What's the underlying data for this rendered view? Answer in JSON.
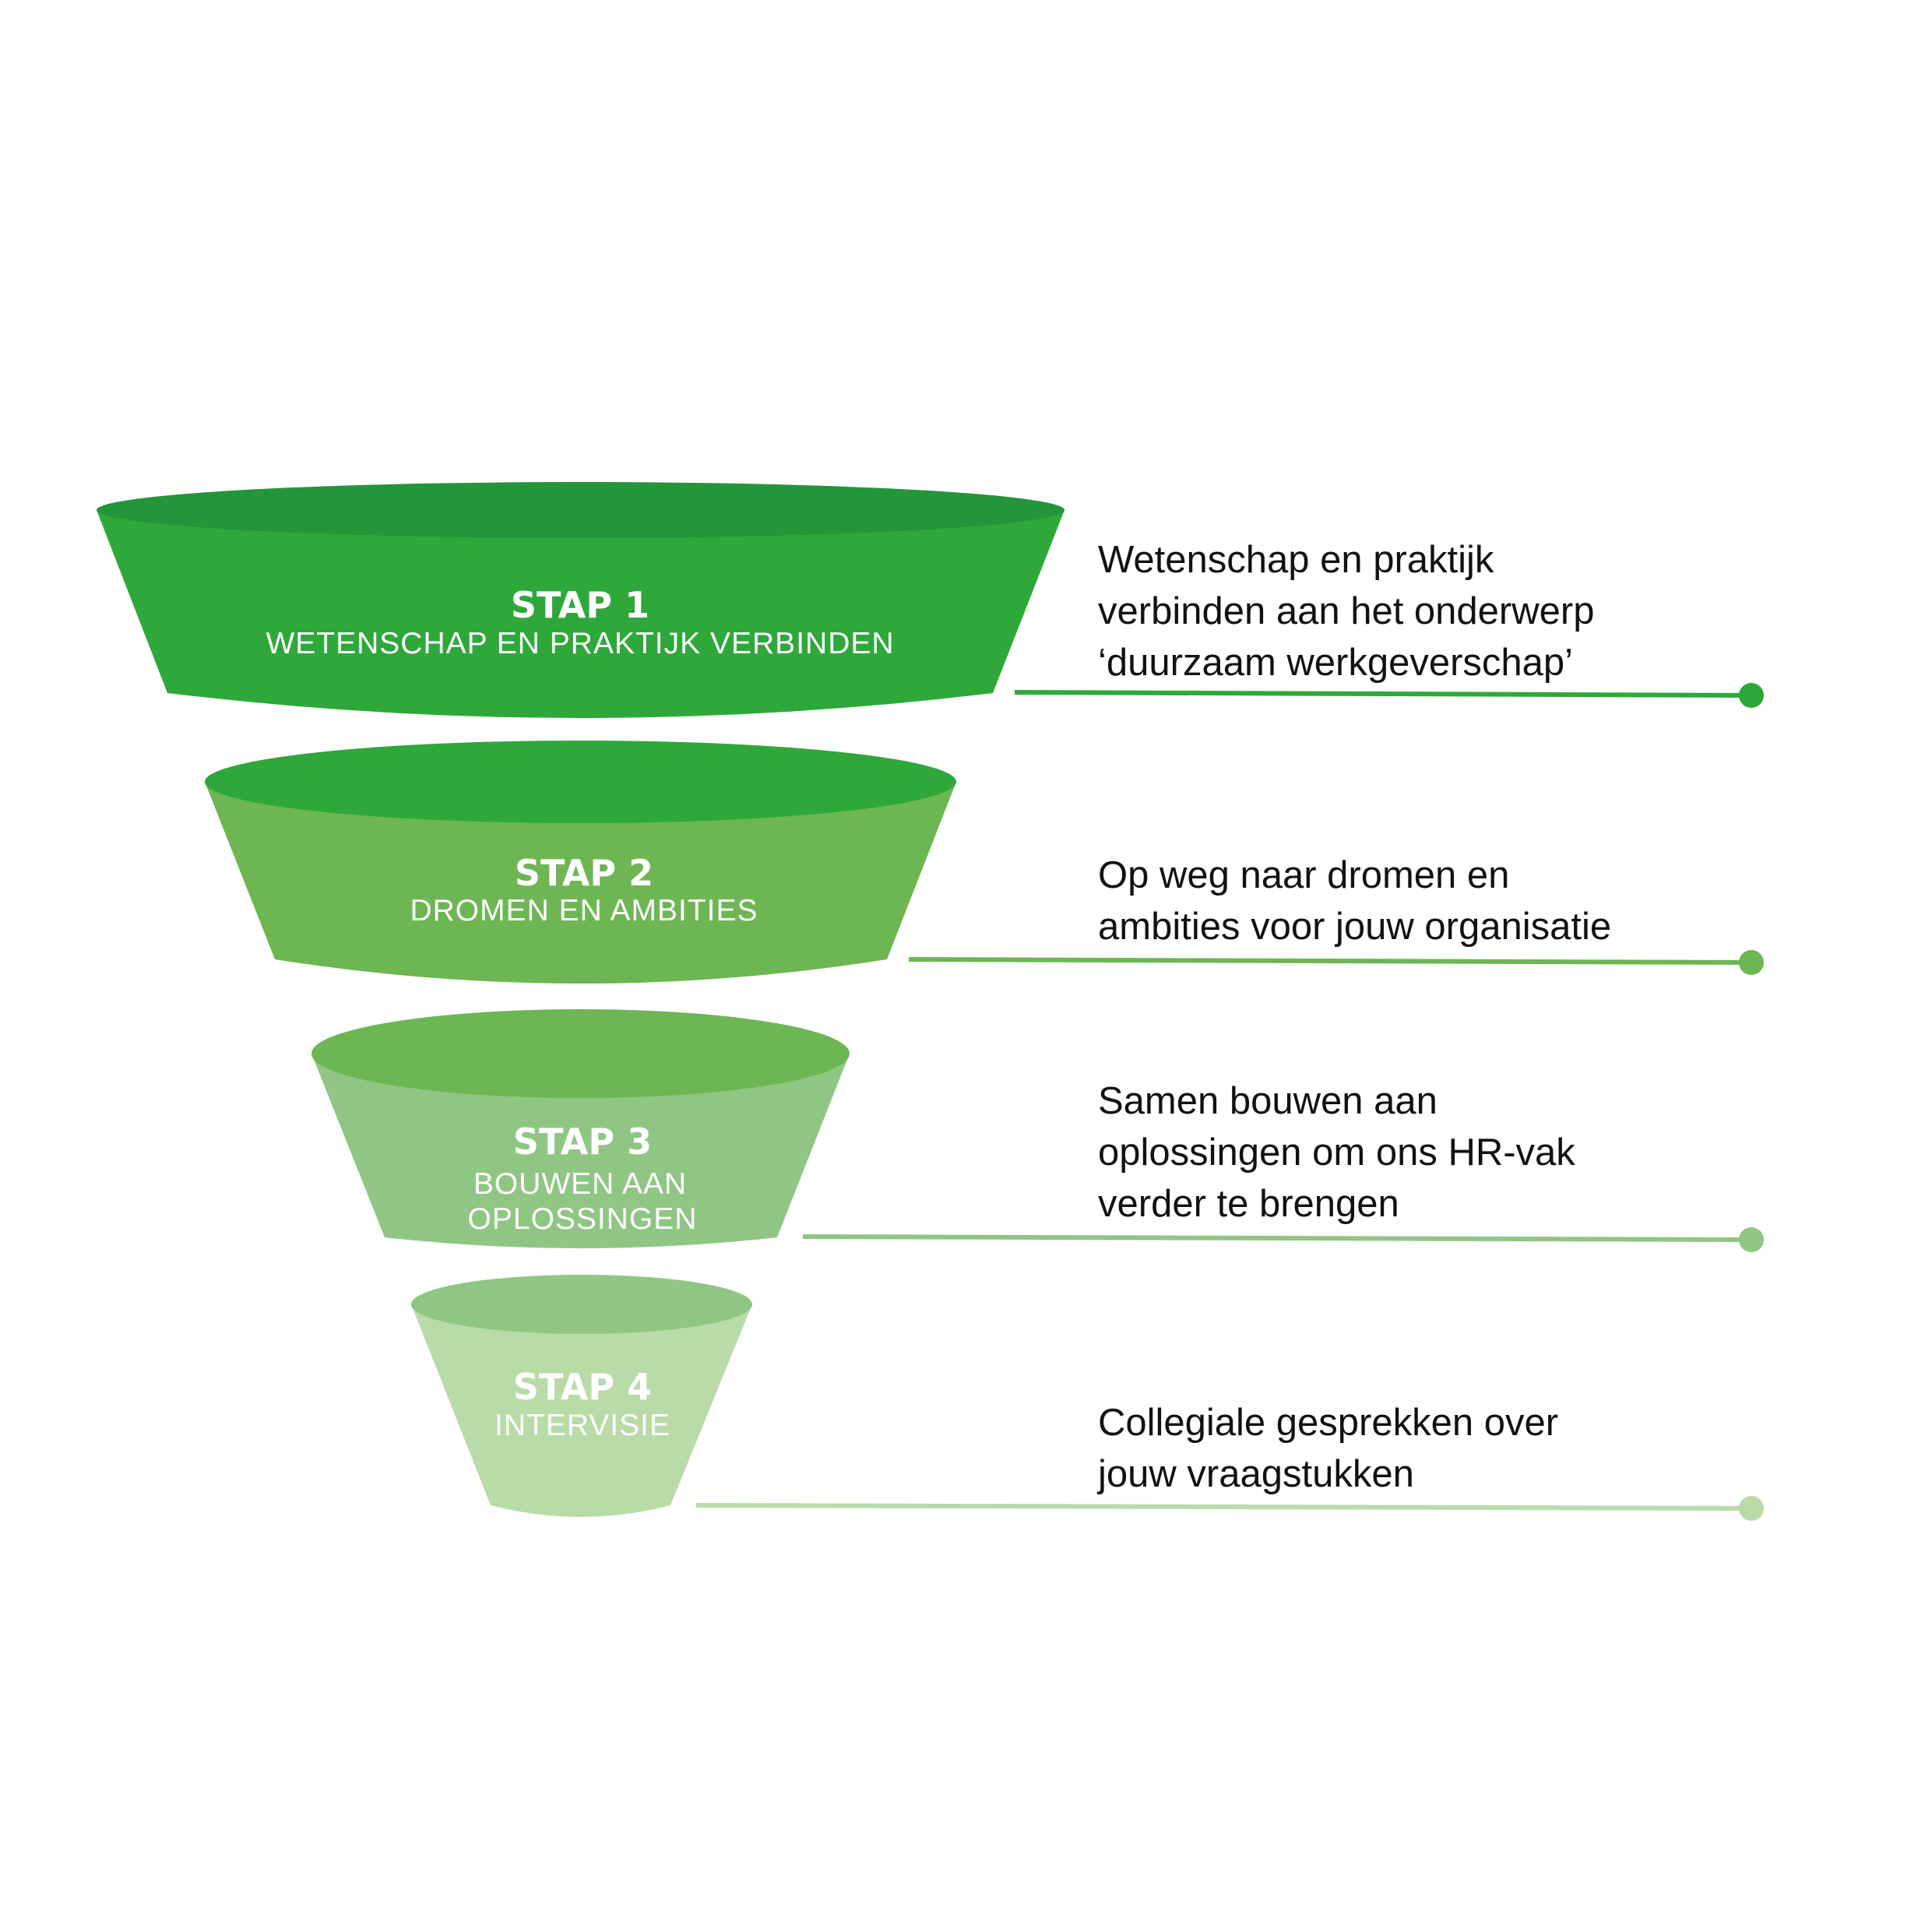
{
  "diagram": {
    "type": "funnel",
    "steps": [
      {
        "title": "STAP 1",
        "subtitle_lines": [
          "WETENSCHAP EN PRAKTIJK VERBINDEN"
        ],
        "description_lines": [
          "Wetenschap en praktijk",
          "verbinden aan het onderwerp",
          "‘duurzaam werkgeverschap’"
        ],
        "body_color": "#2ea83a",
        "top_color": "#259539",
        "line_color": "#2ea83a"
      },
      {
        "title": "STAP 2",
        "subtitle_lines": [
          "DROMEN EN AMBITIES"
        ],
        "description_lines": [
          "Op weg naar dromen en",
          "ambities voor jouw organisatie"
        ],
        "body_color": "#6db653",
        "top_color": "#2ea83a",
        "line_color": "#6db653"
      },
      {
        "title": "STAP 3",
        "subtitle_lines": [
          "BOUWEN AAN",
          "OPLOSSINGEN"
        ],
        "description_lines": [
          "Samen bouwen aan",
          "oplossingen om ons HR-vak",
          "verder te brengen"
        ],
        "body_color": "#90c683",
        "top_color": "#6db653",
        "line_color": "#90c683"
      },
      {
        "title": "STAP 4",
        "subtitle_lines": [
          "INTERVISIE"
        ],
        "description_lines": [
          "Collegiale gesprekken over",
          "jouw vraagstukken"
        ],
        "body_color": "#b9dba8",
        "top_color": "#90c683",
        "line_color": "#b9dba8"
      }
    ]
  }
}
